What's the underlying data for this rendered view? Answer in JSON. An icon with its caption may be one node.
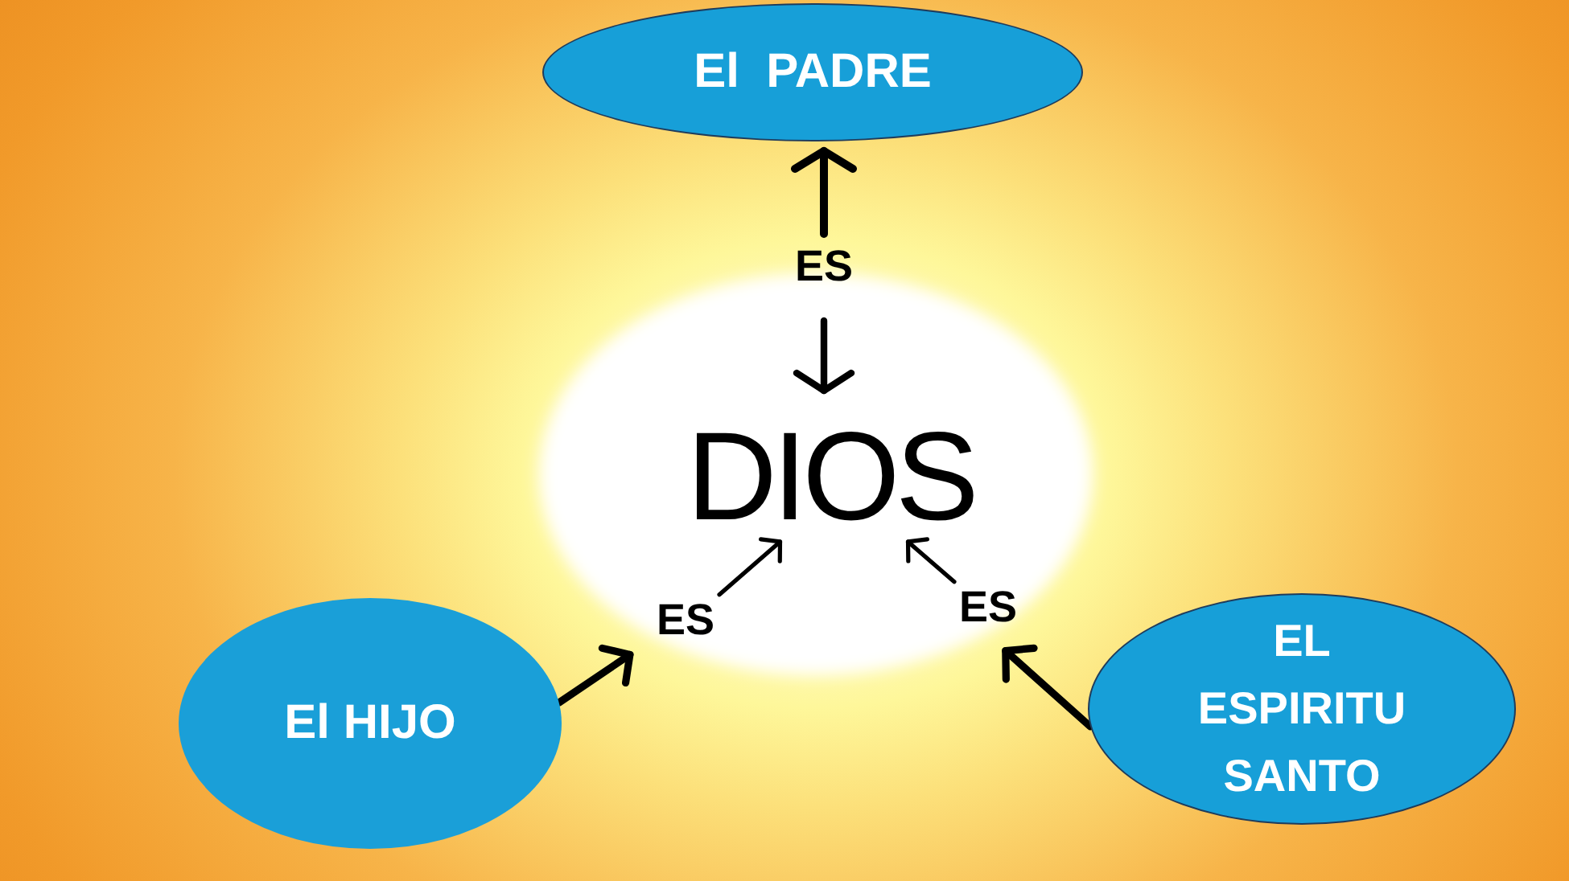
{
  "diagram": {
    "nodes": [
      {
        "text": [
          "El  PADRE"
        ]
      },
      {
        "text": [
          "ES"
        ]
      },
      {
        "text": [
          "DIOS"
        ]
      },
      {
        "text": [
          "ES"
        ]
      },
      {
        "text": [
          "ES"
        ]
      },
      {
        "text": [
          "El HIJO"
        ]
      },
      {
        "text": [
          "EL ESPIRITU SANTO"
        ]
      }
    ],
    "edges": [
      {
        "from": 1,
        "to": 0,
        "arrow": "to"
      },
      {
        "from": 1,
        "to": 2,
        "arrow": "to"
      },
      {
        "from": 5,
        "to": 3,
        "arrow": "to"
      },
      {
        "from": 3,
        "to": 2,
        "arrow": "to"
      },
      {
        "from": 6,
        "to": 4,
        "arrow": "to"
      },
      {
        "from": 4,
        "to": 2,
        "arrow": "to"
      }
    ]
  }
}
